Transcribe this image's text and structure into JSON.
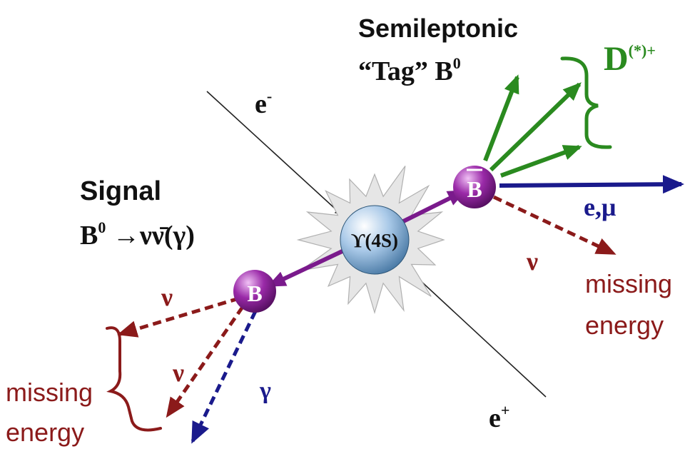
{
  "colors": {
    "electron_line": "#222222",
    "purple_b": "#7a1a8c",
    "green_d": "#2a8a1f",
    "navy_lepton": "#1a1a8c",
    "neutrino_red": "#8b1a1a",
    "starburst_fill": "#e6e6e6",
    "starburst_edge": "#b0b0b0"
  },
  "icons": {
    "starburst": "collision-starburst-icon",
    "upsilon_sphere": "upsilon-4s-sphere-icon",
    "b_meson_sphere": "b-meson-sphere-icon"
  },
  "labels": {
    "tag_title_line1": "Semileptonic",
    "tag_title_line2_prefix": "“Tag” B",
    "tag_title_line2_sup": "0",
    "d_meson_base": "D",
    "d_meson_sup": "(*)+",
    "e_minus_base": "e",
    "e_minus_sup": "-",
    "e_plus_base": "e",
    "e_plus_sup": "+",
    "signal_title": "Signal",
    "signal_decay_B": "B",
    "signal_decay_sup": "0",
    "signal_decay_rest": " →νν̄(γ)",
    "upsilon": "ϒ(4S)",
    "b_bar": "B",
    "b": "B",
    "lepton": "e,μ",
    "nu_right": "ν",
    "nu_left_top": "ν",
    "nu_left_bottom": "ν",
    "gamma": "γ",
    "missing_right_line1": "missing",
    "missing_right_line2": "energy",
    "missing_left_line1": "missing",
    "missing_left_line2": "energy"
  }
}
